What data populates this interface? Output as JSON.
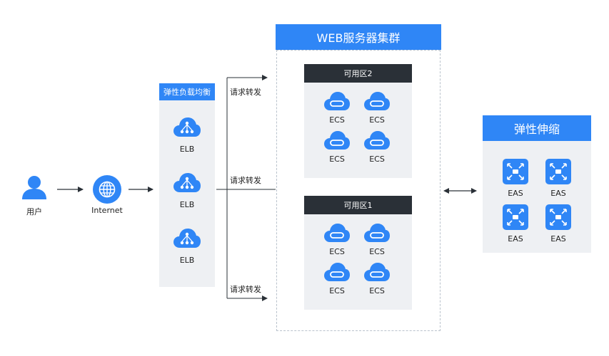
{
  "user": {
    "label": "用户",
    "icon": "user-icon"
  },
  "internet": {
    "label": "Internet",
    "icon": "globe-icon"
  },
  "elb_panel": {
    "title": "弹性负载均衡",
    "items": [
      {
        "label": "ELB",
        "icon": "load-balancer-cloud-icon"
      },
      {
        "label": "ELB",
        "icon": "load-balancer-cloud-icon"
      },
      {
        "label": "ELB",
        "icon": "load-balancer-cloud-icon"
      }
    ]
  },
  "forward_labels": [
    "请求转发",
    "请求转发",
    "请求转发"
  ],
  "web_cluster": {
    "title": "WEB服务器集群",
    "zones": [
      {
        "title": "可用区2",
        "items": [
          "ECS",
          "ECS",
          "ECS",
          "ECS"
        ]
      },
      {
        "title": "可用区1",
        "items": [
          "ECS",
          "ECS",
          "ECS",
          "ECS"
        ]
      }
    ]
  },
  "eas_panel": {
    "title": "弹性伸缩",
    "items": [
      "EAS",
      "EAS",
      "EAS",
      "EAS"
    ]
  },
  "colors": {
    "accent": "#2f86f6",
    "zone_header": "#2a3037",
    "panel_bg": "#eef0f3"
  }
}
